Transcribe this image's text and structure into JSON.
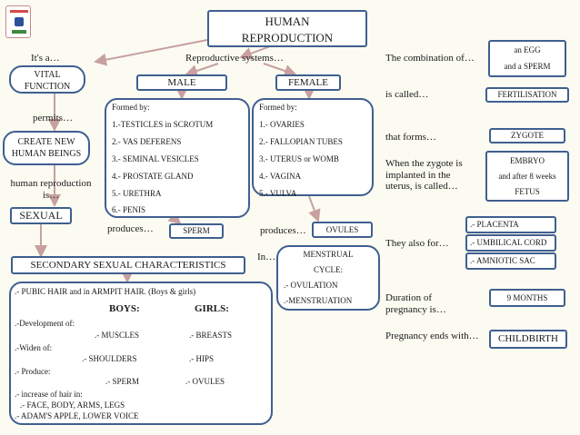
{
  "title": {
    "line1": "HUMAN",
    "line2": "REPRODUCTION"
  },
  "left": {
    "its_a": "It's a…",
    "vital": {
      "line1": "VITAL",
      "line2": "FUNCTION"
    },
    "permits": "permits…",
    "create": {
      "line1": "CREATE NEW",
      "line2": "HUMAN BEINGS"
    },
    "human_repro": {
      "line1": "human reproduction",
      "line2": "is…"
    },
    "sexual": "SEXUAL"
  },
  "systems": {
    "label": "Reproductive systems…",
    "male": "MALE",
    "female": "FEMALE",
    "male_list": {
      "heading": "Formed by:",
      "items": [
        "1.-TESTICLES in SCROTUM",
        "2.- VAS DEFERENS",
        "3.- SEMINAL VESICLES",
        "4.- PROSTATE GLAND",
        "5.- URETHRA",
        "6.- PENIS"
      ]
    },
    "female_list": {
      "heading": "Formed by:",
      "items": [
        "1.- OVARIES",
        "2.- FALLOPIAN TUBES",
        "3.- UTERUS or WOMB",
        "4.- VAGINA",
        "5.- VULVA"
      ]
    },
    "male_produces": "produces…",
    "sperm": "SPERM",
    "female_produces": "produces…",
    "ovules": "OVULES",
    "in": "In…",
    "menstrual": {
      "line1": "MENSTRUAL",
      "line2": "CYCLE:",
      "item1": ".- OVULATION",
      "item2": ".-MENSTRUATION"
    }
  },
  "secondary": {
    "header": "SECONDARY SEXUAL CHARACTERISTICS",
    "intro": ".- PUBIC HAIR and in ARMPIT HAIR. (Boys & girls)",
    "boys": "BOYS:",
    "girls": "GIRLS:",
    "dev": ".-Development of:",
    "muscles": ".- MUSCLES",
    "breasts": ".- BREASTS",
    "widen": ".-Widen of:",
    "shoulders": ".- SHOULDERS",
    "hips": ".- HIPS",
    "produce": ".- Produce:",
    "sperm": ".- SPERM",
    "ovules": ".- OVULES",
    "hair_inc": ".- increase of hair in:",
    "face": ".- FACE, BODY, ARMS, LEGS",
    "adams": ".- ADAM'S APPLE, LOWER VOICE"
  },
  "right": {
    "combination": "The combination of…",
    "egg": "an  EGG",
    "and_sperm": "and a SPERM",
    "called": "is called…",
    "fertilisation": "FERTILISATION",
    "forms": "that forms…",
    "zygote": "ZYGOTE",
    "implanted": {
      "line1": "When the zygote is",
      "line2": "implanted in the",
      "line3": "uterus, is called…"
    },
    "embryo": "EMBRYO",
    "after8": "and after 8 weeks",
    "fetus": "FETUS",
    "also_for": "They also for…",
    "placenta": ".- PLACENTA",
    "cord": ".- UMBILICAL CORD",
    "amniotic": ".- AMNIOTIC SAC",
    "duration": {
      "line1": "Duration  of",
      "line2": "pregnancy is…"
    },
    "months": "9 MONTHS",
    "ends": "Pregnancy ends with…",
    "childbirth": "CHILDBIRTH"
  },
  "colors": {
    "border": "#3f5f8f",
    "arrow": "#c8a0a0",
    "background": "#fbfbf2"
  }
}
